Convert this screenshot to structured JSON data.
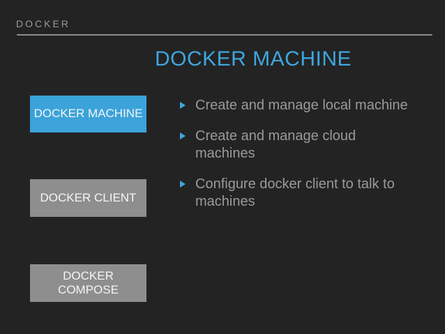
{
  "header": {
    "label": "DOCKER"
  },
  "title": "DOCKER MACHINE",
  "sidebar": {
    "items": [
      {
        "label": "DOCKER MACHINE",
        "state": "active"
      },
      {
        "label": "DOCKER CLIENT",
        "state": "inactive"
      },
      {
        "label": "DOCKER COMPOSE",
        "state": "inactive"
      }
    ]
  },
  "bullets": [
    "Create and manage local machine",
    "Create and manage cloud machines",
    "Configure docker client to talk to machines"
  ],
  "colors": {
    "background": "#232323",
    "accent": "#3fa6de",
    "active_box": "#3ba3da",
    "inactive_box": "#8e8e8e",
    "box_text": "#f5f5f5",
    "body_text": "#9a9a9a",
    "header_text": "#9a9a9a",
    "divider": "#8c8c8c"
  }
}
